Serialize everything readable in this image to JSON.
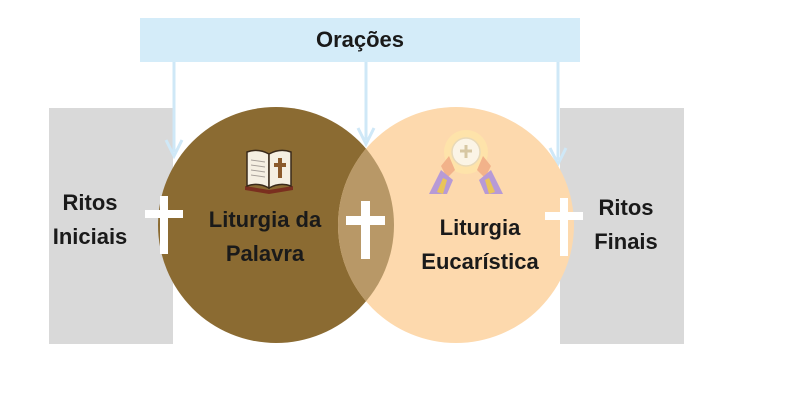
{
  "banner": {
    "label": "Orações"
  },
  "sections": {
    "ritos_iniciais": {
      "line1": "Ritos",
      "line2": "Iniciais"
    },
    "liturgia_palavra": {
      "line1": "Liturgia da",
      "line2": "Palavra"
    },
    "liturgia_eucaristica": {
      "line1": "Liturgia",
      "line2": "Eucarística"
    },
    "ritos_finais": {
      "line1": "Ritos",
      "line2": "Finais"
    }
  },
  "icons": [
    "bible-icon",
    "eucharist-icon",
    "cross-icon"
  ],
  "colors": {
    "gray_box": "#d9d9d9",
    "banner": "#d4ecf9",
    "palavra_circle": "#8b6b32",
    "eucaristica_circle": "#fdd9ad",
    "overlap": "#b89867",
    "arrow": "#cfe8f7",
    "cross": "#ffffff"
  }
}
